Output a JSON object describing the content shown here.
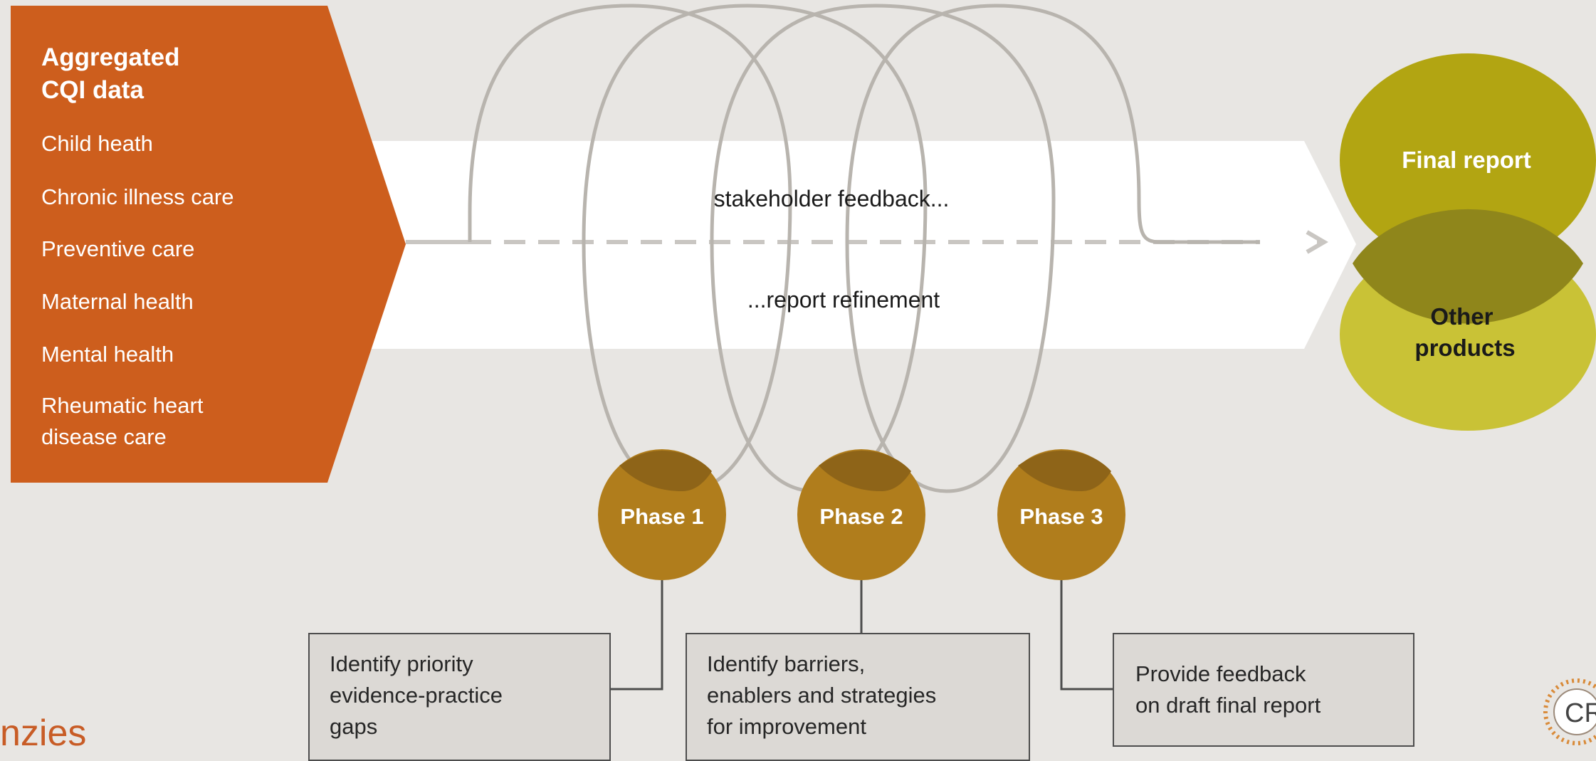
{
  "source_panel": {
    "title_line1": "Aggregated",
    "title_line2": "CQI data",
    "items": [
      "Child heath",
      "Chronic illness care",
      "Preventive care",
      "Maternal health",
      "Mental health",
      "Rheumatic heart",
      "disease care"
    ]
  },
  "flow": {
    "upper_label": "stakeholder feedback...",
    "lower_label": "...report refinement"
  },
  "phases": [
    {
      "label": "Phase 1",
      "description": "Identify priority\nevidence-practice\ngaps"
    },
    {
      "label": "Phase 2",
      "description": "Identify barriers,\nenablers and strategies\nfor improvement"
    },
    {
      "label": "Phase 3",
      "description": "Provide feedback\non draft final report"
    }
  ],
  "outputs": {
    "final_report": "Final report",
    "other_line1": "Other",
    "other_line2": "products"
  },
  "logos": {
    "left_fragment": "nzies",
    "right_fragment": "CR"
  },
  "colors": {
    "background": "#e8e6e3",
    "source_panel": "#cd5e1d",
    "arrow_band": "#ffffff",
    "dashed_line": "#c9c6c2",
    "loop": "#b8b4ae",
    "phase": "#b07d1c",
    "final_report": "#b2a512",
    "other_products": "#c9c236",
    "overlap": "#8f861b",
    "box": "#dcd9d5"
  }
}
